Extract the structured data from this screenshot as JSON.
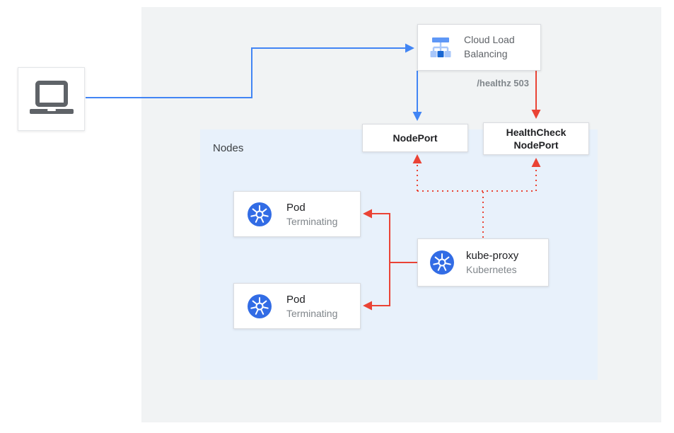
{
  "colors": {
    "blue": "#4285F4",
    "red": "#EA4335",
    "kubernetes_blue": "#326CE5",
    "panel_gray": "#F1F3F4",
    "nodes_panel_blue": "#E8F1FB",
    "text_primary": "#202124",
    "text_secondary": "#80868B",
    "icon_gray": "#5F6368"
  },
  "nodes_panel": {
    "label": "Nodes"
  },
  "cloud_load_balancing": {
    "line1": "Cloud Load",
    "line2": "Balancing"
  },
  "healthz_label": "/healthz 503",
  "nodeport": {
    "label": "NodePort"
  },
  "healthcheck_nodeport": {
    "line1": "HealthCheck",
    "line2": "NodePort"
  },
  "pods": [
    {
      "title": "Pod",
      "subtitle": "Terminating"
    },
    {
      "title": "Pod",
      "subtitle": "Terminating"
    }
  ],
  "kube_proxy": {
    "title": "kube-proxy",
    "subtitle": "Kubernetes"
  },
  "icons": {
    "client": "laptop-icon",
    "load_balancer": "cloud-load-balancing-icon",
    "kubernetes": "kubernetes-icon"
  }
}
